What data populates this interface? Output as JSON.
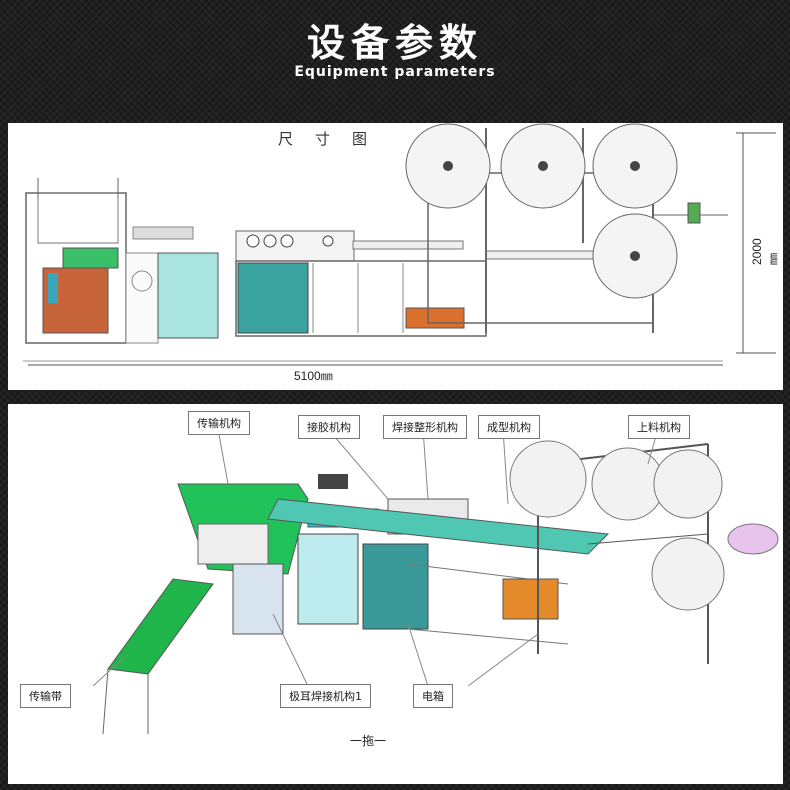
{
  "header": {
    "title_cn": "设备参数",
    "title_en": "Equipment parameters"
  },
  "dimension_drawing": {
    "title": "尺寸图",
    "width_label": "5100㎜",
    "height_label": "2000㎜"
  },
  "isometric_drawing": {
    "labels": {
      "transfer_mechanism": "传输机构",
      "glue_mechanism": "接胶机构",
      "welding_shaping": "焊接整形机构",
      "forming_mechanism": "成型机构",
      "loading_mechanism": "上料机构",
      "conveyor_belt": "传输带",
      "ear_loop_welding": "极耳焊接机构1",
      "electric_box": "电箱"
    },
    "caption": "一拖一"
  }
}
